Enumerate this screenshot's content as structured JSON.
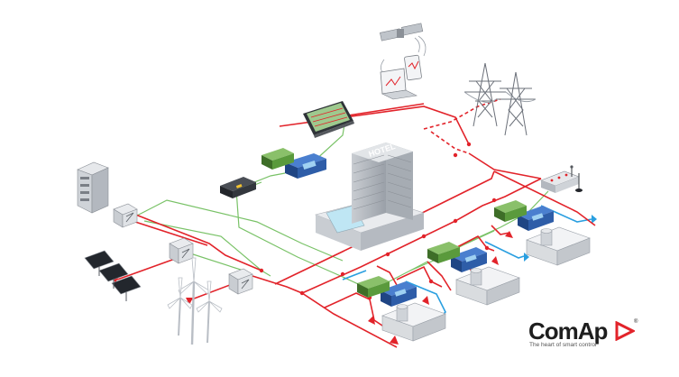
{
  "brand": {
    "name": "ComAp",
    "trademark": "®",
    "tagline": "The heart of smart control",
    "accent_color": "#e2232a"
  },
  "building_sign": "HOTEL",
  "colors": {
    "power_line": "#e2232a",
    "comm_line": "#79c267",
    "cooling_line": "#2a9fe0",
    "device_grey": "#d9dcdf",
    "device_dark": "#3a3d42",
    "controller_blue": "#2e5da8",
    "controller_green": "#5a9a3c"
  },
  "components": [
    {
      "name": "satellite",
      "icon": "satellite-icon"
    },
    {
      "name": "laptop",
      "icon": "laptop-icon"
    },
    {
      "name": "tablet",
      "icon": "tablet-icon"
    },
    {
      "name": "transmission-tower",
      "icon": "pylon-icon"
    },
    {
      "name": "touchscreen-display",
      "icon": "display-icon"
    },
    {
      "name": "hotel-building",
      "icon": "building-icon"
    },
    {
      "name": "battery-cabinet",
      "icon": "cabinet-icon"
    },
    {
      "name": "solar-panels",
      "icon": "solar-icon"
    },
    {
      "name": "wind-turbines",
      "icon": "wind-turbine-icon"
    },
    {
      "name": "gensets",
      "icon": "generator-icon"
    },
    {
      "name": "inverters",
      "icon": "inverter-icon"
    },
    {
      "name": "controllers",
      "icon": "controller-icon"
    },
    {
      "name": "gateway",
      "icon": "gateway-icon"
    }
  ]
}
